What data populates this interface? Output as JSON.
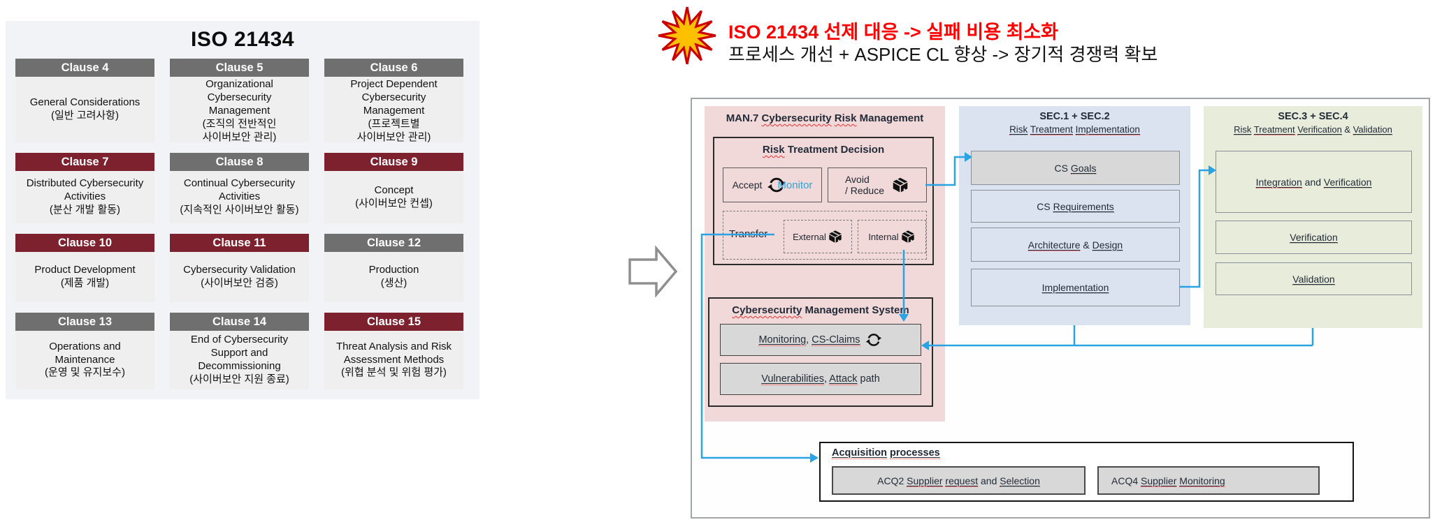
{
  "left_panel": {
    "title": "ISO 21434",
    "clauses": [
      {
        "label": "Clause 4",
        "variant": "gray",
        "body": "General Considerations\n(일반 고려사항)"
      },
      {
        "label": "Clause 5",
        "variant": "gray",
        "body": "Organizational\nCybersecurity\nManagement\n(조직의 전반적인\n사이버보안 관리)"
      },
      {
        "label": "Clause 6",
        "variant": "gray",
        "body": "Project Dependent\nCybersecurity\nManagement\n(프로젝트별\n사이버보안 관리)"
      },
      {
        "label": "Clause 7",
        "variant": "red",
        "body": "Distributed Cybersecurity\nActivities\n(분산 개발 활동)"
      },
      {
        "label": "Clause 8",
        "variant": "gray",
        "body": "Continual Cybersecurity\nActivities\n(지속적인 사이버보안 활동)"
      },
      {
        "label": "Clause 9",
        "variant": "red",
        "body": "Concept\n(사이버보안 컨셉)"
      },
      {
        "label": "Clause 10",
        "variant": "red",
        "body": "Product Development\n(제품 개발)"
      },
      {
        "label": "Clause 11",
        "variant": "red",
        "body": "Cybersecurity Validation\n(사이버보안 검증)"
      },
      {
        "label": "Clause 12",
        "variant": "gray",
        "body": "Production\n(생산)"
      },
      {
        "label": "Clause 13",
        "variant": "gray",
        "body": "Operations and\nMaintenance\n(운영 및 유지보수)"
      },
      {
        "label": "Clause 14",
        "variant": "gray",
        "body": "End of Cybersecurity\nSupport and\nDecommissioning\n(사이버보안 지원 종료)"
      },
      {
        "label": "Clause 15",
        "variant": "red",
        "body": "Threat Analysis and Risk\nAssessment Methods\n(위협 분석 및 위험 평가)"
      }
    ]
  },
  "headline": {
    "line1": "ISO 21434 선제 대응 -> 실패 비용 최소화",
    "line2": "프로세스 개선 + ASPICE CL 향상 -> 장기적 경쟁력 확보"
  },
  "diagram": {
    "man7": {
      "title_segs": [
        {
          "t": "MAN.7 "
        },
        {
          "t": "Cybersecurity",
          "s": true
        },
        {
          "t": " "
        },
        {
          "t": "Risk",
          "s": true
        },
        {
          "t": " Management"
        }
      ],
      "risk_treatment": {
        "title_segs": [
          {
            "t": "Risk",
            "s": true
          },
          {
            "t": " Treatment Decision"
          }
        ],
        "accept": "Accept",
        "monitor": "Monitor",
        "avoid": "Avoid\n/ Reduce",
        "transfer": "Transfer",
        "external": "External",
        "internal": "Internal"
      },
      "cms": {
        "title_segs": [
          {
            "t": "Cybersecurity",
            "s": true
          },
          {
            "t": " Management System"
          }
        ],
        "monitoring_segs": [
          {
            "t": "Monitoring",
            "u": true
          },
          {
            "t": ", "
          },
          {
            "t": "CS-Claims",
            "u": true
          }
        ],
        "vulnerabilities_segs": [
          {
            "t": "Vulnerabilities",
            "u": true
          },
          {
            "t": ", "
          },
          {
            "t": "Attack",
            "u": true
          },
          {
            "t": " path"
          }
        ]
      }
    },
    "sec12": {
      "title": "SEC.1 + SEC.2",
      "subtitle_segs": [
        {
          "t": "Risk",
          "u": true
        },
        {
          "t": " "
        },
        {
          "t": "Treatment",
          "u": true
        },
        {
          "t": " "
        },
        {
          "t": "Implementation",
          "u": true
        }
      ],
      "boxes": [
        {
          "segs": [
            {
              "t": "CS "
            },
            {
              "t": "Goals",
              "u": true
            }
          ]
        },
        {
          "segs": [
            {
              "t": "CS "
            },
            {
              "t": "Requirements",
              "u": true
            }
          ]
        },
        {
          "segs": [
            {
              "t": "Architecture",
              "u": true
            },
            {
              "t": " & "
            },
            {
              "t": "Design",
              "u": true
            }
          ]
        },
        {
          "segs": [
            {
              "t": "Implementation",
              "u": true
            }
          ]
        }
      ]
    },
    "sec34": {
      "title": "SEC.3 + SEC.4",
      "subtitle_segs": [
        {
          "t": "Risk",
          "u": true
        },
        {
          "t": " "
        },
        {
          "t": "Treatment",
          "u": true
        },
        {
          "t": " "
        },
        {
          "t": "Verification",
          "u": true
        },
        {
          "t": " & "
        },
        {
          "t": "Validation",
          "u": true
        }
      ],
      "boxes": [
        {
          "segs": [
            {
              "t": "Integration",
              "u": true
            },
            {
              "t": " and "
            },
            {
              "t": "Verification",
              "u": true
            }
          ]
        },
        {
          "segs": [
            {
              "t": "Verification",
              "u": true
            }
          ]
        },
        {
          "segs": [
            {
              "t": "Validation",
              "u": true
            }
          ]
        }
      ]
    },
    "acquisition": {
      "title_segs": [
        {
          "t": "Acquisition",
          "u": true
        },
        {
          "t": " "
        },
        {
          "t": "processes",
          "u": true
        }
      ],
      "boxes": [
        {
          "segs": [
            {
              "t": "ACQ2 "
            },
            {
              "t": "Supplier",
              "u": true
            },
            {
              "t": " "
            },
            {
              "t": "request",
              "u": true
            },
            {
              "t": " and "
            },
            {
              "t": "Selection",
              "u": true
            }
          ]
        },
        {
          "segs": [
            {
              "t": "ACQ4 "
            },
            {
              "t": "Supplier",
              "u": true
            },
            {
              "t": " "
            },
            {
              "t": "Monitoring",
              "u": true
            }
          ]
        }
      ]
    }
  },
  "icons": {
    "starburst": "starburst-icon",
    "flow_arrow": "block-arrow-right-icon",
    "cycle": "cycle-arrows-icon",
    "package": "package-box-icon"
  },
  "colors": {
    "clause_header_gray": "#6F6F6F",
    "clause_header_red": "#7E212F",
    "left_panel_bg": "#F2F3F7",
    "headline_red": "#FF0000",
    "panel_pink": "#F1D8D9",
    "panel_blue": "#DBE2F0",
    "panel_green": "#E7ECDB",
    "box_gray": "#D8D8D8",
    "monitor_text_blue": "#2AA4DE",
    "connector_blue": "#29A3E3",
    "starburst_fill": "#FFC000",
    "starburst_stroke": "#CC0000"
  }
}
